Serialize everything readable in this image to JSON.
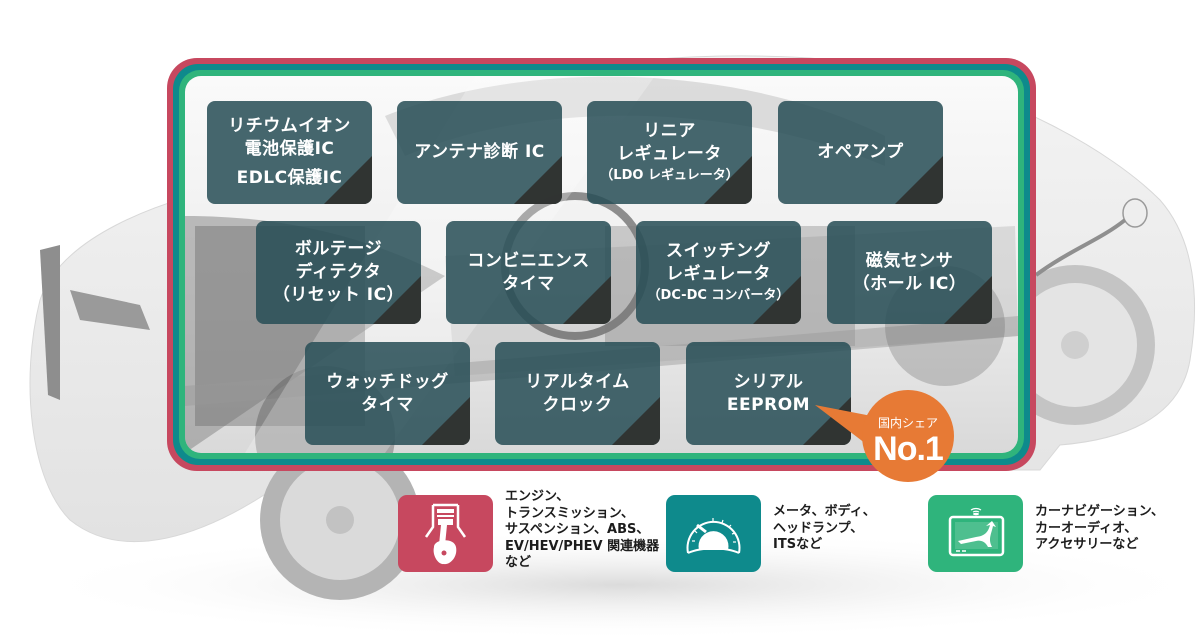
{
  "colors": {
    "frame_outer": "#c7485f",
    "frame_middle": "#0e8a8c",
    "frame_inner": "#2fb47c",
    "card_fill": "#284e56",
    "card_corner": "#2f322f",
    "badge": "#e77a35",
    "powertrain": "#c7485f",
    "body": "#0e8a8c",
    "infotainment": "#2fb47c"
  },
  "products": [
    {
      "id": "li-ion-protection",
      "lines": [
        "リチウムイオン",
        "電池保護IC"
      ],
      "extra": "EDLC保護IC"
    },
    {
      "id": "antenna-diagnosis",
      "lines": [
        "アンテナ診断 IC"
      ]
    },
    {
      "id": "linear-regulator",
      "lines": [
        "リニア",
        "レギュレータ"
      ],
      "sub": "（LDO レギュレータ）"
    },
    {
      "id": "op-amp",
      "lines": [
        "オペアンプ"
      ]
    },
    {
      "id": "voltage-detector",
      "lines": [
        "ボルテージ",
        "ディテクタ",
        "（リセット IC）"
      ]
    },
    {
      "id": "convenience-timer",
      "lines": [
        "コンビニエンス",
        "タイマ"
      ]
    },
    {
      "id": "switching-regulator",
      "lines": [
        "スイッチング",
        "レギュレータ"
      ],
      "sub": "（DC-DC コンバータ）"
    },
    {
      "id": "magnetic-sensor",
      "lines": [
        "磁気センサ",
        "（ホール IC）"
      ]
    },
    {
      "id": "watchdog-timer",
      "lines": [
        "ウォッチドッグ",
        "タイマ"
      ]
    },
    {
      "id": "real-time-clock",
      "lines": [
        "リアルタイム",
        "クロック"
      ]
    },
    {
      "id": "serial-eeprom",
      "lines": [
        "シリアル",
        "EEPROM"
      ]
    }
  ],
  "badge": {
    "label": "国内シェア",
    "value": "No.1",
    "target": "serial-eeprom"
  },
  "applications": [
    {
      "id": "powertrain",
      "icon": "piston-icon",
      "text": "エンジン、\nトランスミッション、\nサスペンション、ABS、\nEV/HEV/PHEV 関連機器\nなど"
    },
    {
      "id": "body",
      "icon": "speedometer-icon",
      "text": "メータ、ボディ、\nヘッドランプ、\nITSなど"
    },
    {
      "id": "infotainment",
      "icon": "car-navigation-icon",
      "text": "カーナビゲーション、\nカーオーディオ、\nアクセサリーなど"
    }
  ]
}
